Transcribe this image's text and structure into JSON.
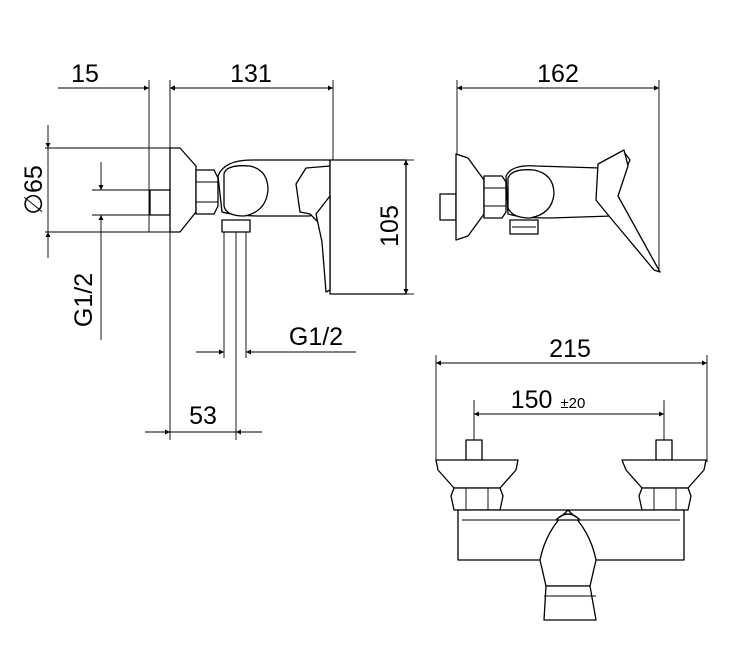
{
  "dimensions": {
    "wall_offset": "15",
    "side_depth": "131",
    "diameter_symbol": "∅",
    "diameter": "65",
    "inlet_thread": "G1/2",
    "outlet_thread": "G1/2",
    "height": "105",
    "outlet_distance": "53",
    "side_depth_total": "162",
    "overall_width": "215",
    "centre_distance": "150",
    "centre_tolerance": "±20"
  },
  "colors": {
    "line": "#000000",
    "background": "#ffffff"
  }
}
